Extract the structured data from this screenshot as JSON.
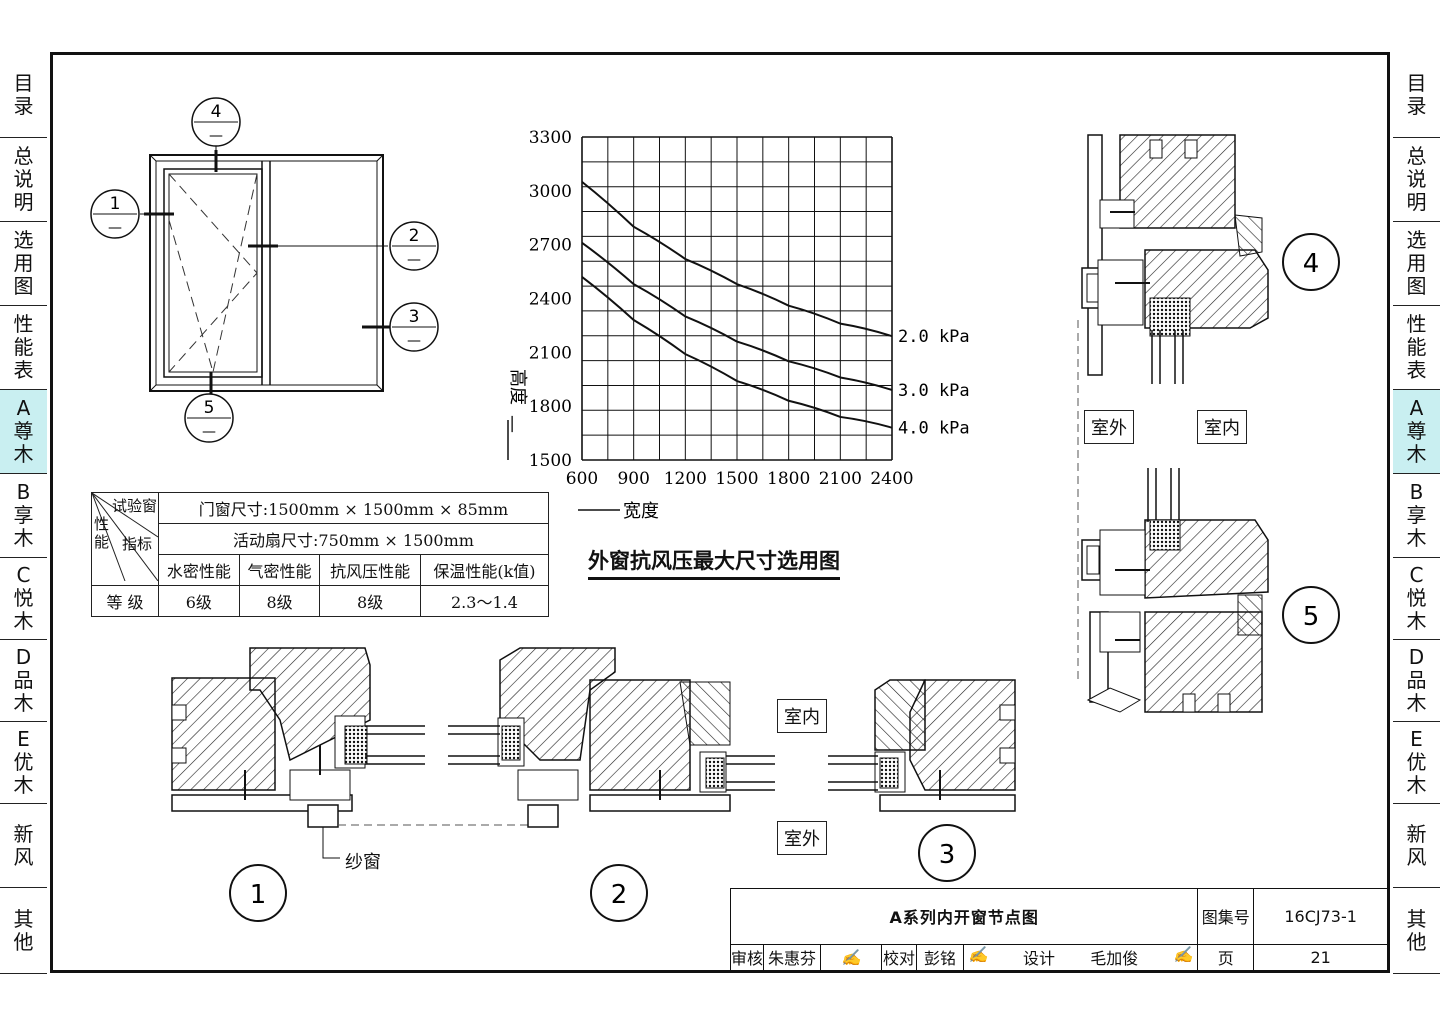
{
  "left_tabs": [
    {
      "label": "目录"
    },
    {
      "label": "总说明"
    },
    {
      "label": "选用图"
    },
    {
      "label": "性能表"
    },
    {
      "label": "A尊木",
      "active": true
    },
    {
      "label": "B享木"
    },
    {
      "label": "C悦木"
    },
    {
      "label": "D品木"
    },
    {
      "label": "E优木"
    },
    {
      "label": "新风"
    },
    {
      "label": "其他"
    }
  ],
  "right_tabs": [
    {
      "label": "目录"
    },
    {
      "label": "总说明"
    },
    {
      "label": "选用图"
    },
    {
      "label": "性能表"
    },
    {
      "label": "A尊木",
      "active": true
    },
    {
      "label": "B享木"
    },
    {
      "label": "C悦木"
    },
    {
      "label": "D品木"
    },
    {
      "label": "E优木"
    },
    {
      "label": "新风"
    },
    {
      "label": "其他"
    }
  ],
  "active_tab_color": "#c9eff1",
  "elevation_callouts": [
    {
      "num": "4",
      "sub": "—"
    },
    {
      "num": "1",
      "sub": "—"
    },
    {
      "num": "2",
      "sub": "—"
    },
    {
      "num": "3",
      "sub": "—"
    },
    {
      "num": "5",
      "sub": "—"
    }
  ],
  "chart_data": {
    "type": "line",
    "title": "外窗抗风压最大尺寸选用图",
    "xlabel": "宽度",
    "ylabel": "高度",
    "xlim": [
      600,
      2400
    ],
    "ylim": [
      1500,
      3300
    ],
    "x_ticks": [
      600,
      900,
      1200,
      1500,
      1800,
      2100,
      2400
    ],
    "y_ticks": [
      3300,
      3000,
      2700,
      2400,
      2100,
      1800,
      1500
    ],
    "grid": true,
    "series": [
      {
        "name": "2.0 kPa",
        "x": [
          600,
          900,
          1200,
          1500,
          1800,
          2100,
          2400
        ],
        "y": [
          3050,
          2800,
          2620,
          2480,
          2360,
          2260,
          2190
        ]
      },
      {
        "name": "3.0 kPa",
        "x": [
          600,
          900,
          1200,
          1500,
          1800,
          2100,
          2400
        ],
        "y": [
          2710,
          2480,
          2300,
          2160,
          2050,
          1960,
          1890
        ]
      },
      {
        "name": "4.0 kPa",
        "x": [
          600,
          900,
          1200,
          1500,
          1800,
          2100,
          2400
        ],
        "y": [
          2520,
          2280,
          2090,
          1940,
          1830,
          1740,
          1680
        ]
      }
    ]
  },
  "perf_table": {
    "corner_labels": [
      "试验窗",
      "性能",
      "指标"
    ],
    "size_line1": "门窗尺寸:1500mm × 1500mm × 85mm",
    "size_line2": "活动扇尺寸:750mm × 1500mm",
    "headers": [
      "水密性能",
      "气密性能",
      "抗风压性能",
      "保温性能(k值)"
    ],
    "row_label": "等 级",
    "values": [
      "6级",
      "8级",
      "8级",
      "2.3～1.4"
    ]
  },
  "labels": {
    "indoor": "室内",
    "outdoor": "室外",
    "screen": "纱窗"
  },
  "detail_callouts": [
    "1",
    "2",
    "3",
    "4",
    "5"
  ],
  "title_block": {
    "title": "A系列内开窗节点图",
    "atlas_label": "图集号",
    "atlas_no": "16CJ73-1",
    "review_label": "审核",
    "reviewer": "朱惠芬",
    "check_label": "校对",
    "checker": "彭铭",
    "design_label": "设计",
    "designer": "毛加俊",
    "page_label": "页",
    "page_no": "21"
  }
}
